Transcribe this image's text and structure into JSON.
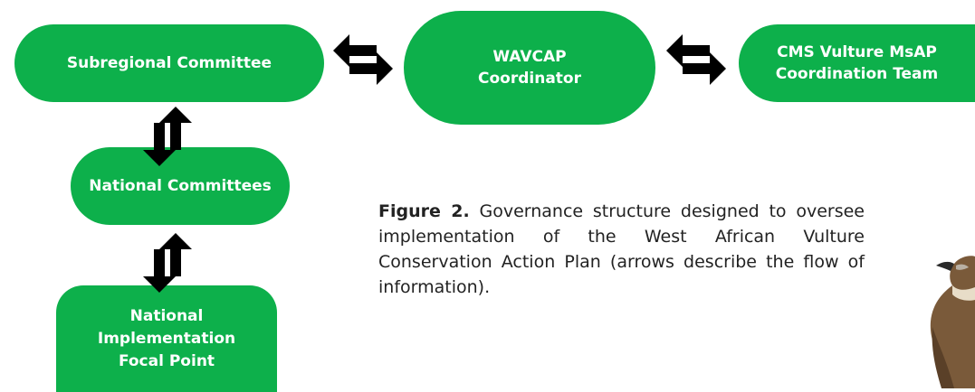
{
  "nodes": {
    "subregional": "Subregional Committee",
    "wavcap": [
      "WAVCAP",
      "Coordinator"
    ],
    "cms": [
      "CMS Vulture MsAP",
      "Coordination Team"
    ],
    "national_committees": "National Committees",
    "focal_point": [
      "National",
      "Implementation",
      "Focal Point"
    ]
  },
  "caption": {
    "label": "Figure 2.",
    "text": "Governance structure designed to oversee implementation of the West African Vulture Conservation Action Plan (arrows describe the flow of information)."
  },
  "colors": {
    "node_fill": "#0db04b",
    "node_text": "#ffffff",
    "arrow": "#000000"
  },
  "icons": {
    "bidirectional_horizontal": "double-arrow-horizontal-icon",
    "bidirectional_vertical": "double-arrow-vertical-icon",
    "vulture_photo": "vulture-image"
  }
}
